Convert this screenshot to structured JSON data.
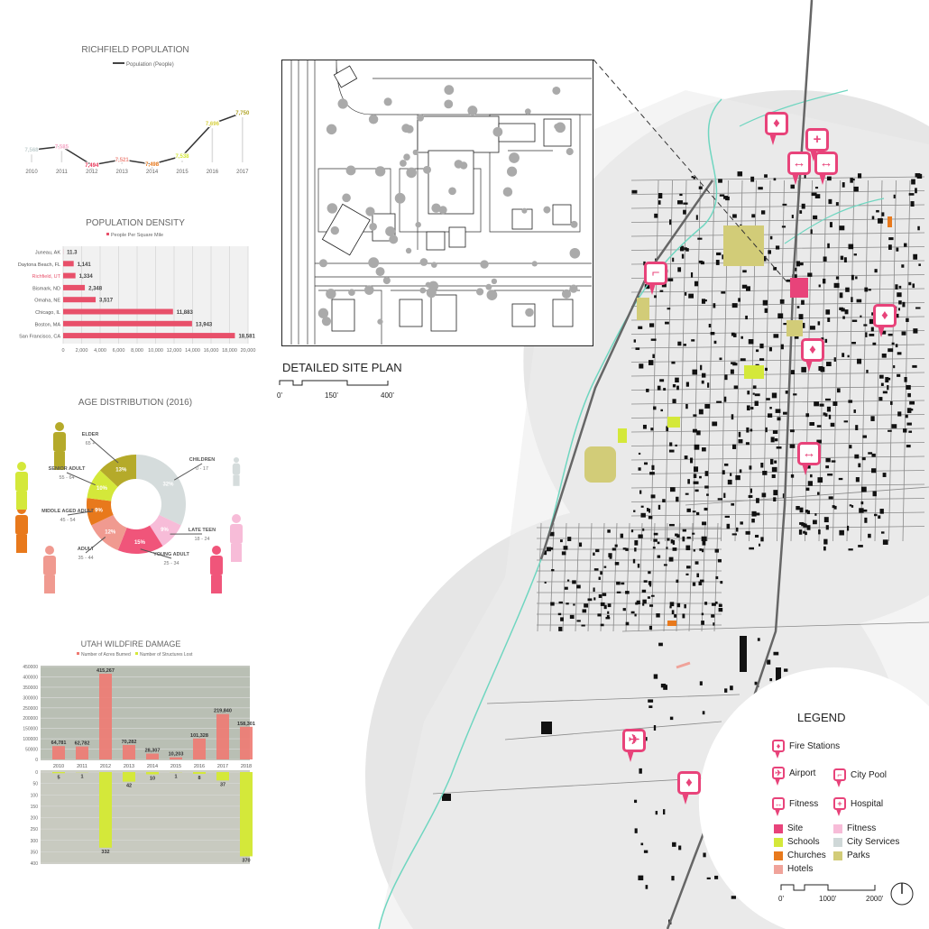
{
  "site_plan": {
    "title": "DETAILED SITE PLAN",
    "scale": [
      "0'",
      "150'",
      "400'"
    ]
  },
  "legend": {
    "title": "LEGEND",
    "pins": [
      {
        "label": "Fire Stations",
        "icon": "fire-icon"
      },
      {
        "label": "Airport",
        "icon": "airplane-icon"
      },
      {
        "label": "City Pool",
        "icon": "pool-icon"
      },
      {
        "label": "Fitness",
        "icon": "dumbbell-icon"
      },
      {
        "label": "Hospital",
        "icon": "hospital-cross-icon"
      }
    ],
    "swatches": [
      {
        "label": "Site",
        "color": "#e8437a"
      },
      {
        "label": "Fitness",
        "color": "#f7bcd8"
      },
      {
        "label": "Schools",
        "color": "#d4e83a"
      },
      {
        "label": "City Services",
        "color": "#cfd8d8"
      },
      {
        "label": "Churches",
        "color": "#e8791c"
      },
      {
        "label": "Parks",
        "color": "#d2cc78"
      },
      {
        "label": "Hotels",
        "color": "#f0a39a"
      }
    ],
    "scale": [
      "0'",
      "1000'",
      "2000'"
    ]
  },
  "chart_data": [
    {
      "type": "line",
      "title": "RICHFIELD POPULATION",
      "legend": [
        "Population (People)"
      ],
      "categories": [
        "2010",
        "2011",
        "2012",
        "2013",
        "2014",
        "2015",
        "2016",
        "2017"
      ],
      "values": [
        7568,
        7585,
        7494,
        7521,
        7498,
        7538,
        7696,
        7750
      ],
      "labels": [
        "7,568",
        "7,585",
        "7,494",
        "7,521",
        "7,498",
        "7,538",
        "7,696",
        "7,750"
      ],
      "label_colors": [
        "#c3d0d0",
        "#f5a8c6",
        "#e8375a",
        "#ee8a80",
        "#e8791c",
        "#d4e83a",
        "#d8d240",
        "#b0a428"
      ],
      "ylim": [
        7400,
        7780
      ]
    },
    {
      "type": "bar",
      "orientation": "horizontal",
      "title": "POPULATION DENSITY",
      "legend": [
        "People Per Square Mile"
      ],
      "categories": [
        "Juneau, AK",
        "Daytona Beach, FL",
        "Richfield, UT",
        "Bismark, ND",
        "Omaha, NE",
        "Chicago, IL",
        "Boston, MA",
        "San Francisco, CA"
      ],
      "values": [
        11.3,
        1141,
        1334,
        2348,
        3517,
        11883,
        13943,
        18581
      ],
      "labels": [
        "11.3",
        "1,141",
        "1,334",
        "2,348",
        "3,517",
        "11,883",
        "13,943",
        "18,581"
      ],
      "xticks": [
        "0",
        "2,000",
        "4,000",
        "6,000",
        "8,000",
        "10,000",
        "12,000",
        "14,000",
        "16,000",
        "18,000",
        "20,000"
      ],
      "xlim": [
        0,
        20000
      ],
      "color": "#e8506a"
    },
    {
      "type": "pie",
      "title": "AGE DISTRIBUTION (2016)",
      "slices": [
        {
          "name": "CHILDREN",
          "range": "0 - 17",
          "value": 32,
          "label": "32%",
          "color": "#d5dcdc"
        },
        {
          "name": "LATE TEEN",
          "range": "18 - 24",
          "value": 9,
          "label": "9%",
          "color": "#f7bcd8"
        },
        {
          "name": "YOUNG ADULT",
          "range": "25 - 34",
          "value": 15,
          "label": "15%",
          "color": "#f0557a"
        },
        {
          "name": "ADULT",
          "range": "35 - 44",
          "value": 12,
          "label": "12%",
          "color": "#f09a90"
        },
        {
          "name": "MIDDLE AGED ADULT",
          "range": "45 - 54",
          "value": 9,
          "label": "9%",
          "color": "#e8791c"
        },
        {
          "name": "SENIOR ADULT",
          "range": "55 - 64",
          "value": 10,
          "label": "10%",
          "color": "#d4e83a"
        },
        {
          "name": "ELDER",
          "range": "65 +",
          "value": 13,
          "label": "13%",
          "color": "#b5aa2a"
        }
      ]
    },
    {
      "type": "bar",
      "title": "UTAH WILDFIRE DAMAGE",
      "categories": [
        "2010",
        "2011",
        "2012",
        "2013",
        "2014",
        "2015",
        "2016",
        "2017",
        "2018"
      ],
      "series": [
        {
          "name": "Number of Acres Burned",
          "color": "#ef7a72",
          "values": [
            64781,
            62782,
            415267,
            70282,
            28307,
            10203,
            101328,
            219840,
            158301
          ],
          "labels": [
            "64,781",
            "62,782",
            "415,267",
            "70,282",
            "28,307",
            "10,203",
            "101,328",
            "219,840",
            "158,301"
          ]
        },
        {
          "name": "Number of Structures Lost",
          "color": "#d4e83a",
          "values": [
            5,
            1,
            332,
            42,
            10,
            1,
            8,
            37,
            370
          ],
          "labels": [
            "5",
            "1",
            "332",
            "42",
            "10",
            "1",
            "8",
            "37",
            "370"
          ]
        }
      ],
      "ylim_top": [
        0,
        450000
      ],
      "yticks_top": [
        "0",
        "50000",
        "100000",
        "150000",
        "200000",
        "250000",
        "300000",
        "350000",
        "400000",
        "450000"
      ],
      "ylim_bottom": [
        0,
        400
      ],
      "yticks_bottom": [
        "0",
        "50",
        "100",
        "150",
        "200",
        "250",
        "300",
        "350",
        "400"
      ]
    }
  ]
}
